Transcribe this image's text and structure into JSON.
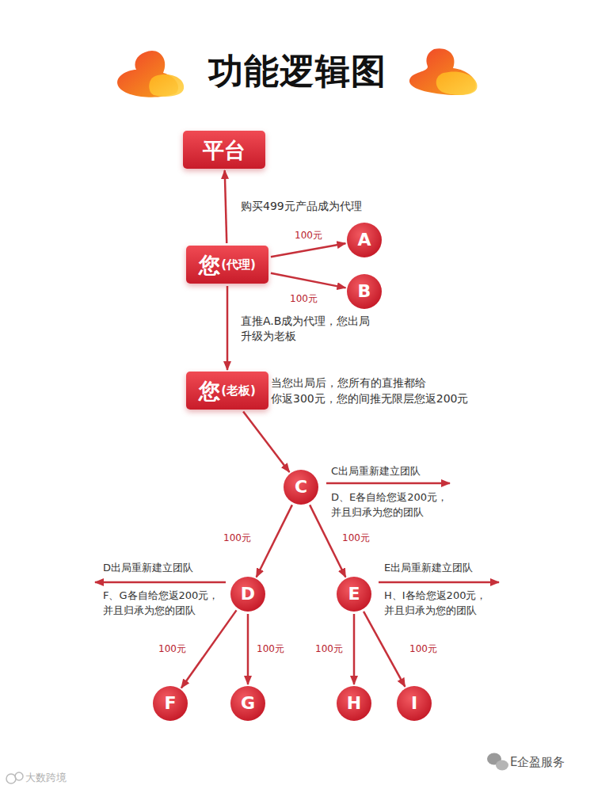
{
  "diagram": {
    "title": "功能逻辑图",
    "nodes": [
      {
        "text": [
          "平台"
        ]
      },
      {
        "text": [
          "您",
          "(代理)"
        ]
      },
      {
        "text": [
          "A"
        ]
      },
      {
        "text": [
          "B"
        ]
      },
      {
        "text": [
          "您",
          "(老板)"
        ]
      },
      {
        "text": [
          "C"
        ]
      },
      {
        "text": [
          "D"
        ]
      },
      {
        "text": [
          "E"
        ]
      },
      {
        "text": [
          "F"
        ]
      },
      {
        "text": [
          "G"
        ]
      },
      {
        "text": [
          "H"
        ]
      },
      {
        "text": [
          "I"
        ]
      }
    ],
    "edges": [
      {
        "from": 1,
        "to": 0,
        "label": "购买499元产品成为代理",
        "arrow": "to"
      },
      {
        "from": 1,
        "to": 2,
        "label": "100元",
        "arrow": "to"
      },
      {
        "from": 1,
        "to": 3,
        "label": "100元",
        "arrow": "to"
      },
      {
        "from": 1,
        "to": 4,
        "label": "直推A.B成为代理，您出局 升级为老板",
        "arrow": "to"
      },
      {
        "from": 4,
        "to": 5,
        "arrow": "to"
      },
      {
        "from": 5,
        "to": 6,
        "label": "100元",
        "arrow": "to"
      },
      {
        "from": 5,
        "to": 7,
        "label": "100元",
        "arrow": "to"
      },
      {
        "from": 6,
        "to": 8,
        "label": "100元",
        "arrow": "to"
      },
      {
        "from": 6,
        "to": 9,
        "label": "100元",
        "arrow": "to"
      },
      {
        "from": 7,
        "to": 10,
        "label": "100元",
        "arrow": "to"
      },
      {
        "from": 7,
        "to": 11,
        "label": "100元",
        "arrow": "to"
      }
    ],
    "labels": [
      "当您出局后，您所有的直推都给 你返300元，您的间推无限层您返200元",
      "C出局重新建立团队",
      "D、E各自给您返200元， 并且归承为您的团队",
      "D出局重新建立团队",
      "F、G各自给您返200元， 并且归承为您的团队",
      "E出局重新建立团队",
      "H、I各给您返200元， 并且归承为您的团队",
      "大数跨境",
      "E企盈服务"
    ]
  }
}
